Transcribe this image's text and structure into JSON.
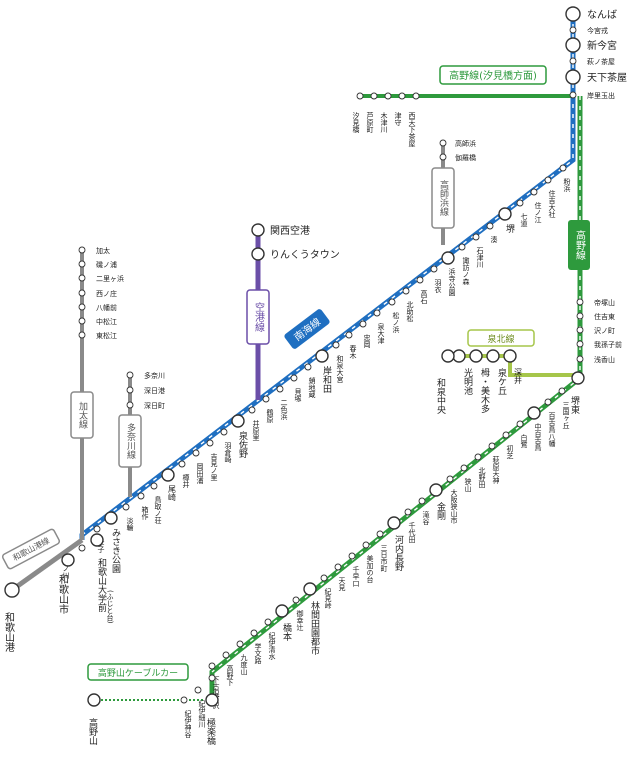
{
  "lines": {
    "nankai": {
      "name": "南海線",
      "color": "#1f6fc1"
    },
    "koya": {
      "name": "高野線",
      "color": "#2e9a3d"
    },
    "koya_shiomibashi": {
      "name": "高野線(汐見橋方面)",
      "color": "#2e9a3d"
    },
    "airport": {
      "name": "空港線",
      "color": "#6b4fa8"
    },
    "takashinohama": {
      "name": "高師浜線",
      "color": "#8a8a8a"
    },
    "tanagawa": {
      "name": "多奈川線",
      "color": "#8a8a8a"
    },
    "kada": {
      "name": "加太線",
      "color": "#8a8a8a"
    },
    "wakayamako": {
      "name": "和歌山港線",
      "color": "#8a8a8a"
    },
    "senboku": {
      "name": "泉北線",
      "color": "#a6c64a"
    },
    "cable": {
      "name": "高野山ケーブルカー",
      "color": "#2e9a3d"
    }
  },
  "stations": {
    "namba": "なんば",
    "imamiyaebisu": "今宮戎",
    "shinimamiya": "新今宮",
    "haginochaya": "萩ノ茶屋",
    "tengachaya": "天下茶屋",
    "kishinosatotamade": "岸里玉出",
    "kohama": "粉浜",
    "sumiyoshitaisha": "住吉大社",
    "suminoe": "住ノ江",
    "shichido": "七道",
    "sakai": "堺",
    "minato": "湊",
    "ishizugawa": "石津川",
    "suwanomori": "諏訪ノ森",
    "hamaderakoen": "浜寺公園",
    "hagoromo": "羽衣",
    "takaishi": "高石",
    "kitasukematsu": "北助松",
    "matsunohama": "松ノ浜",
    "izumiotsu": "泉大津",
    "tadaoka": "忠岡",
    "haruki": "春木",
    "izumiotsu2": "和泉大宮",
    "kishiwada": "岸和田",
    "takojizo": "蛸地蔵",
    "kaizuka": "貝塚",
    "nishikinohama": "二色浜",
    "tsuruhara": "鶴原",
    "iharanosato": "井原里",
    "izumisano": "泉佐野",
    "habu": "羽倉崎",
    "yoshiminosato": "吉見ノ里",
    "okadaura": "岡田浦",
    "tarui": "樽井",
    "ozaki": "尾崎",
    "tottorinosho": "鳥取ノ荘",
    "hakotsukuri": "箱作",
    "tannowa": "淡輪",
    "misakikoen": "みさき公園",
    "koshi": "孝子",
    "wakayamadaigakumae": "和歌山大学前",
    "wakayamadaigakumae_sub": "(ふじと台)",
    "kinokawa": "紀ノ川",
    "wakayamashi": "和歌山市",
    "wakayamako": "和歌山港",
    "kansaiairport": "関西空港",
    "rinkutown": "りんくうタウン",
    "takashinohama": "高師浜",
    "higashihagoromo": "伽羅橋",
    "tanagawa": "多奈川",
    "fukeko": "深日港",
    "fukecho": "深日町",
    "kada": "加太",
    "isonoura": "磯ノ浦",
    "nisonzaki": "二里ヶ浜",
    "nishinosho": "西ノ庄",
    "hachimanmae": "八幡前",
    "nakamatsue": "中松江",
    "higashimatsue": "東松江",
    "shiomibashi": "汐見橋",
    "ashiharacho": "芦原町",
    "kizugawa": "木津川",
    "tsumori": "津守",
    "nishitengachaya": "西天下茶屋",
    "tezukayama": "帝塚山",
    "sumiyoshihigashi": "住吉東",
    "sawanocho": "沢ノ町",
    "abikomae": "我孫子前",
    "asakayama": "浅香山",
    "sakaihigashi": "堺東",
    "mikunigaoka": "三国ヶ丘",
    "mozuhachiman": "百舌鳥八幡",
    "nakamozu": "中百舌鳥",
    "shiraseki": "白鷺",
    "hatsushiba": "初芝",
    "hagiharatenjin": "萩原天神",
    "kitanoda": "北野田",
    "sayama": "狭山",
    "osakasayamashi": "大阪狭山市",
    "kongo": "金剛",
    "takido": "滝谷",
    "chiyoda": "千代田",
    "kawachinagano": "河内長野",
    "mikkaichicho": "三日市町",
    "mikanodai": "美加の台",
    "senjukuguchi": "千早口",
    "amami": "天見",
    "kiminotoge": "紀見峠",
    "rinkanden": "林間田園都市",
    "mikkaichi2": "御幸辻",
    "hashimoto": "橋本",
    "kiiseimizu": "紀伊清水",
    "gakubundoro": "学文路",
    "kudoyama": "九度山",
    "koyashita": "高野下",
    "shimokosawa": "下古沢",
    "kamikosawa": "上古沢",
    "kiihosoba": "紀伊細川",
    "kiikamiya": "紀伊神谷",
    "gokurakubashi": "極楽橋",
    "koyasan": "高野山",
    "fukai": "深井",
    "izumigaoka": "泉ケ丘",
    "tomiomihara": "栂・美木多",
    "komyoike": "光明池",
    "izumichuo": "和泉中央"
  }
}
